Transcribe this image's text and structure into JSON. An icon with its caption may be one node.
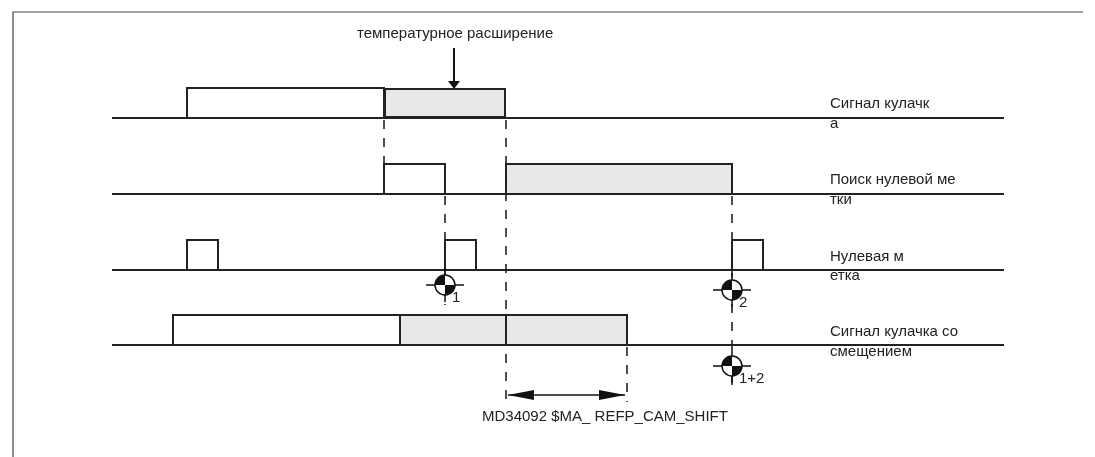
{
  "diagram": {
    "nodes": [
      {
        "text": [
          "температурное расширение"
        ]
      },
      {
        "text": [],
        "shape": "box"
      }
    ],
    "edges": [
      {
        "from": 0,
        "to": 1,
        "arrow": "to"
      }
    ],
    "labels": [
      "Сигнал кулачк",
      "а",
      "Поиск нулевой ме",
      "тки",
      "Нулевая м",
      "етка",
      "1",
      "2",
      "Сигнал кулачка со",
      "смещением",
      "1+2",
      "MD34092 $MA_ REFP_CAM_SHIFT"
    ]
  }
}
